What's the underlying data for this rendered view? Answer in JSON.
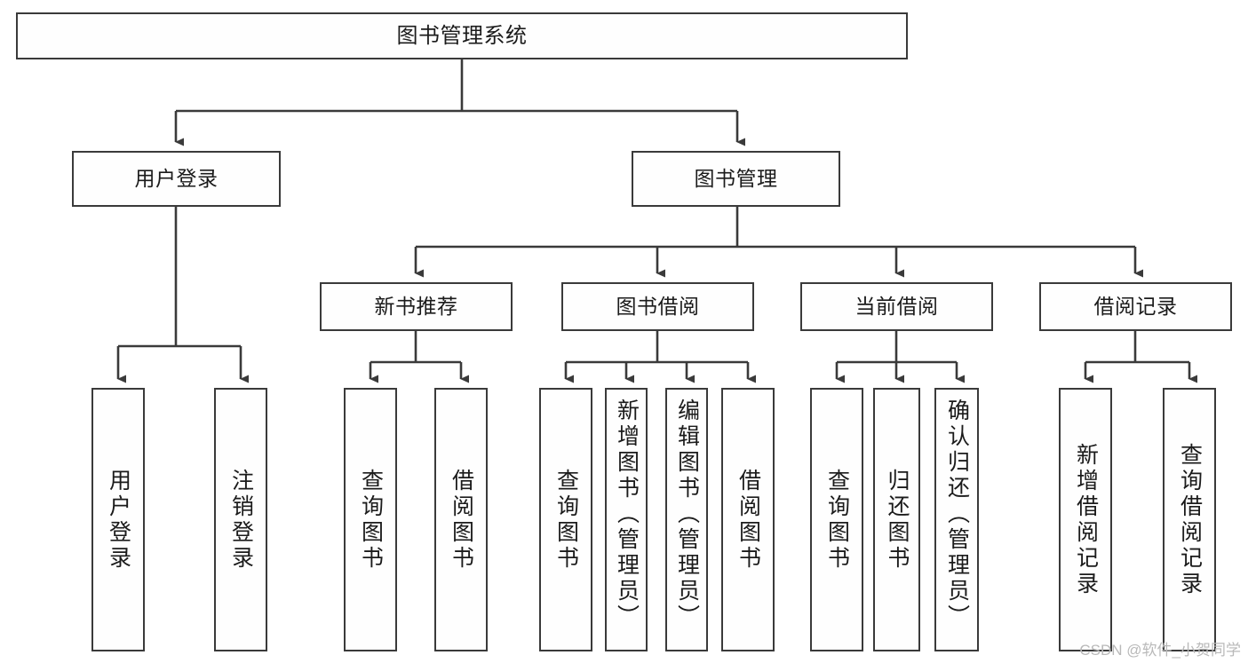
{
  "diagram": {
    "type": "tree-hierarchy",
    "title": "图书管理系统",
    "orientation": "top-down",
    "colors": {
      "border": "#3a3a3a",
      "node_background": "#fefefe",
      "canvas_background": "#ffffff",
      "text": "#1b1b1b",
      "watermark": "#b9b9b9"
    }
  },
  "watermark": {
    "text": "CSDN @软件_小贺同学"
  },
  "nodes": {
    "root": {
      "label": "图书管理系统"
    },
    "level2": [
      {
        "label": "用户登录"
      },
      {
        "label": "图书管理"
      }
    ],
    "level3": [
      {
        "label": "新书推荐"
      },
      {
        "label": "图书借阅"
      },
      {
        "label": "当前借阅"
      },
      {
        "label": "借阅记录"
      }
    ],
    "leaves": {
      "user_login": [
        {
          "label": "用户登录"
        },
        {
          "label": "注销登录"
        }
      ],
      "new_book_recommend": [
        {
          "label": "查询图书"
        },
        {
          "label": "借阅图书"
        }
      ],
      "book_borrow": [
        {
          "label": "查询图书"
        },
        {
          "label": "新增图书（管理员）"
        },
        {
          "label": "编辑图书（管理员）"
        },
        {
          "label": "借阅图书"
        }
      ],
      "current_borrow": [
        {
          "label": "查询图书"
        },
        {
          "label": "归还图书"
        },
        {
          "label": "确认归还（管理员）"
        }
      ],
      "borrow_record": [
        {
          "label": "新增借阅记录"
        },
        {
          "label": "查询借阅记录"
        }
      ]
    }
  },
  "chart_data": {
    "type": "tree",
    "title": "图书管理系统",
    "edges": [
      {
        "from": "图书管理系统",
        "to": "用户登录"
      },
      {
        "from": "图书管理系统",
        "to": "图书管理"
      },
      {
        "from": "用户登录",
        "to": "用户登录"
      },
      {
        "from": "用户登录",
        "to": "注销登录"
      },
      {
        "from": "图书管理",
        "to": "新书推荐"
      },
      {
        "from": "图书管理",
        "to": "图书借阅"
      },
      {
        "from": "图书管理",
        "to": "当前借阅"
      },
      {
        "from": "图书管理",
        "to": "借阅记录"
      },
      {
        "from": "新书推荐",
        "to": "查询图书"
      },
      {
        "from": "新书推荐",
        "to": "借阅图书"
      },
      {
        "from": "图书借阅",
        "to": "查询图书"
      },
      {
        "from": "图书借阅",
        "to": "新增图书（管理员）"
      },
      {
        "from": "图书借阅",
        "to": "编辑图书（管理员）"
      },
      {
        "from": "图书借阅",
        "to": "借阅图书"
      },
      {
        "from": "当前借阅",
        "to": "查询图书"
      },
      {
        "from": "当前借阅",
        "to": "归还图书"
      },
      {
        "from": "当前借阅",
        "to": "确认归还（管理员）"
      },
      {
        "from": "借阅记录",
        "to": "新增借阅记录"
      },
      {
        "from": "借阅记录",
        "to": "查询借阅记录"
      }
    ]
  }
}
